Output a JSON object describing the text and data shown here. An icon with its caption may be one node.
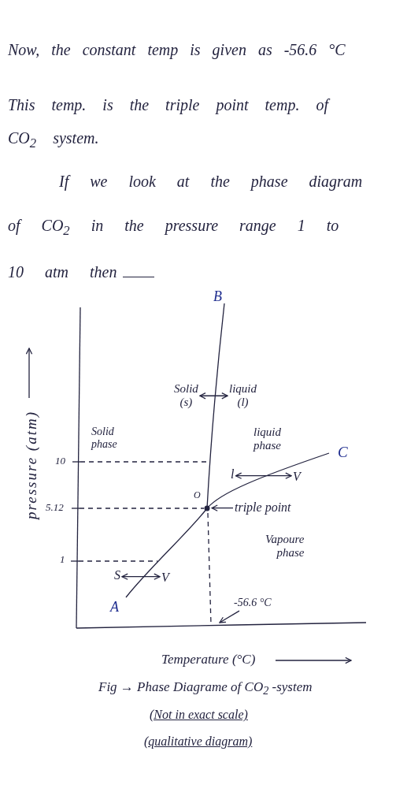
{
  "diagram": {
    "caption": "Fig → Phase Diagrame of CO$_{2}$ -system",
    "nodes": [
      {
        "text": [
          "Solid (s)"
        ]
      },
      {
        "text": [
          "liquid (l)"
        ]
      },
      {
        "text": [
          "l"
        ]
      },
      {
        "text": [
          "V"
        ]
      },
      {
        "text": [],
        "shape": "circle",
        "beside": [
          "O"
        ]
      },
      {
        "text": [
          "triple point"
        ]
      },
      {
        "text": [
          "S"
        ]
      },
      {
        "text": [
          "V"
        ]
      },
      {
        "text": [
          "-56.6 °C"
        ]
      }
    ],
    "edges": [
      {
        "from": 0,
        "to": 1,
        "arrow": "both"
      },
      {
        "from": 2,
        "to": 3,
        "arrow": "both"
      },
      {
        "from": 5,
        "to": 4,
        "arrow": "to"
      },
      {
        "from": 6,
        "to": 7,
        "arrow": "both"
      },
      {
        "from": 8,
        "to": null,
        "arrow": "to"
      }
    ],
    "labels": [
      "Now, the constant temp is given as -56.6 °C",
      "This temp. is the triple point temp. of CO$_{2}$ system.",
      "If we look at the phase diagram of CO$_{2}$ in the pressure range 1 to 10 atm then",
      "B",
      "pressure (atm)",
      "Solid phase",
      "liquid phase",
      "C",
      "10",
      "5.12",
      "Vapoure phase",
      "1",
      "A",
      "Temperature (°C)",
      "(Not in exact scale)",
      "(qualitative diagram)"
    ]
  }
}
